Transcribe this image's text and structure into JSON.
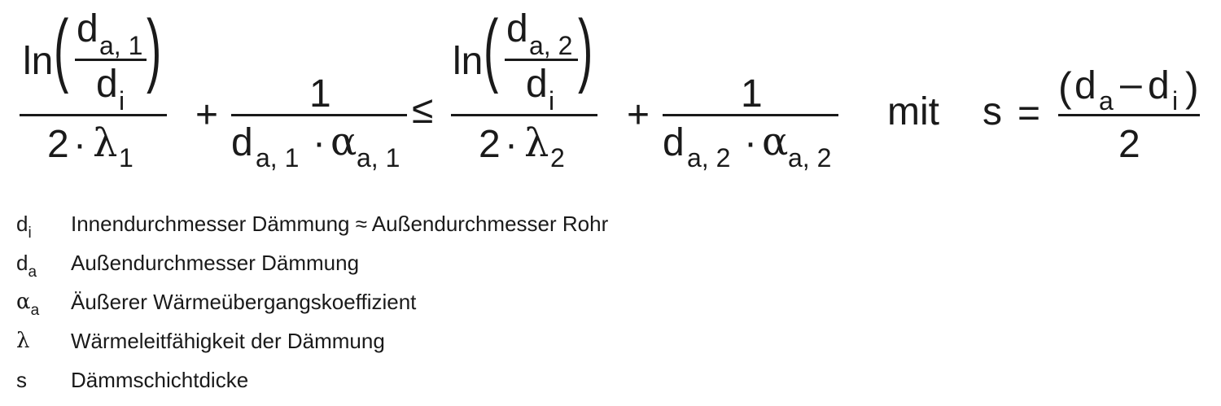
{
  "formula": {
    "ln": "ln",
    "d": "d",
    "sub_a1": "a, 1",
    "sub_a2": "a, 2",
    "sub_i": "i",
    "two": "2",
    "dot": "·",
    "lambda": "λ",
    "sub_1": "1",
    "sub_2": "2",
    "one": "1",
    "alpha": "α",
    "plus": "+",
    "leq": "≤",
    "mit": "mit",
    "s": "s",
    "equals": "=",
    "sub_a": "a",
    "minus": "–",
    "lparen": "(",
    "rparen": ")"
  },
  "legend": [
    {
      "symbol": "d",
      "sub": "i",
      "text": "Innendurchmesser Dämmung ≈ Außendurchmesser Rohr"
    },
    {
      "symbol": "d",
      "sub": "a",
      "text": "Außendurchmesser Dämmung"
    },
    {
      "symbol": "α",
      "sub": "a",
      "text": "Äußerer Wärmeübergangskoeffizient"
    },
    {
      "symbol": "λ",
      "sub": "",
      "text": "Wärmeleitfähigkeit der Dämmung"
    },
    {
      "symbol": "s",
      "sub": "",
      "text": "Dämmschichtdicke"
    }
  ]
}
